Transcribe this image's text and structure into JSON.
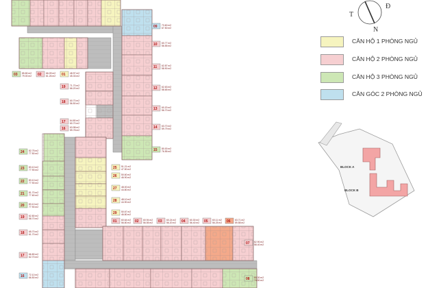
{
  "compass": {
    "letters": [
      "T",
      "Đ",
      "N"
    ]
  },
  "legend": [
    {
      "label": "CĂN HỘ 1 PHÒNG NGỦ",
      "color": "#f6f4bf"
    },
    {
      "label": "CĂN HỘ 2 PHÒNG NGỦ",
      "color": "#f6cfd1"
    },
    {
      "label": "CĂN HỘ 3 PHÒNG NGỦ",
      "color": "#cde7b5"
    },
    {
      "label": "CĂN GÓC 2 PHÒNG NGỦ",
      "color": "#bfe0ee"
    }
  ],
  "site_plan": {
    "block_a": "BLOCK A",
    "block_b": "BLOCK B"
  },
  "units": {
    "u09": {
      "tag": "09",
      "a1": "73.60 m2",
      "a2": "67.50 m2"
    },
    "u10": {
      "tag": "10",
      "a1": "60.77 m2",
      "a2": "56.55 m2"
    },
    "u11": {
      "tag": "11",
      "a1": "62.87 m2",
      "a2": "58.90 m2"
    },
    "u12": {
      "tag": "12",
      "a1": "62.63 m2",
      "a2": "58.65 m2"
    },
    "u13": {
      "tag": "13",
      "a1": "60.20 m2",
      "a2": "56.70 m2"
    },
    "u14": {
      "tag": "14",
      "a1": "63.70 m2",
      "a2": "59.79 m2"
    },
    "u15": {
      "tag": "15",
      "a1": "80.00 m2",
      "a2": "76.55 m2"
    },
    "u03": {
      "tag": "03",
      "a1": "85.80 m2",
      "a2": "79.00 m2"
    },
    "u02": {
      "tag": "02",
      "a1": "66.09 m2",
      "a2": "61.26 m2"
    },
    "u01a": {
      "tag": "01",
      "a1": "48.97 m2",
      "a2": "45.33 m2"
    },
    "u19a": {
      "tag": "19",
      "a1": "71.70 m2",
      "a2": "66.20 m2"
    },
    "u18a": {
      "tag": "18",
      "a1": "60.70 m2",
      "a2": "56.50 m2"
    },
    "u17a": {
      "tag": "17",
      "a1": "64.80 m2",
      "a2": "60.70 m2"
    },
    "u16a": {
      "tag": "16",
      "a1": "63.98 m2",
      "a2": "59.78 m2"
    },
    "u24": {
      "tag": "24",
      "a1": "82.75 m2",
      "a2": "77.50 m2"
    },
    "u23": {
      "tag": "23",
      "a1": "83.10 m2",
      "a2": "77.90 m2"
    },
    "u22": {
      "tag": "22",
      "a1": "83.10 m2",
      "a2": "77.90 m2"
    },
    "u21": {
      "tag": "21",
      "a1": "81.70 m2",
      "a2": "77.60 m2"
    },
    "u20": {
      "tag": "20",
      "a1": "83.10 m2",
      "a2": "77.90 m2"
    },
    "u19b": {
      "tag": "19",
      "a1": "62.80 m2",
      "a2": "58.70 m2"
    },
    "u18b": {
      "tag": "18",
      "a1": "65.70 m2",
      "a2": "61.70 m2"
    },
    "u17b": {
      "tag": "17",
      "a1": "66.80 m2",
      "a2": "62.70 m2"
    },
    "u16b": {
      "tag": "16",
      "a1": "72.10 m2",
      "a2": "66.50 m2"
    },
    "u25": {
      "tag": "25",
      "a1": "51.21 m2",
      "a2": "47.50 m2"
    },
    "u26": {
      "tag": "26",
      "a1": "50.60 m2",
      "a2": "46.90 m2"
    },
    "u27": {
      "tag": "27",
      "a1": "48.00 m2",
      "a2": "44.80 m2"
    },
    "u28": {
      "tag": "28",
      "a1": "48.10 m2",
      "a2": "44.90 m2"
    },
    "u29": {
      "tag": "29",
      "a1": "50.67 m2",
      "a2": "46.80 m2"
    },
    "u01b": {
      "tag": "01",
      "a1": "60.64 m2",
      "a2": "56.80 m2"
    },
    "u02b": {
      "tag": "02",
      "a1": "60.94 m2",
      "a2": "56.55 m2"
    },
    "u03b": {
      "tag": "03",
      "a1": "60.24 m2",
      "a2": "56.20 m2"
    },
    "u04b": {
      "tag": "04",
      "a1": "60.30 m2",
      "a2": "56.40 m2"
    },
    "u05b": {
      "tag": "05",
      "a1": "60.11 m2",
      "a2": "56.25 m2"
    },
    "u06b": {
      "tag": "06",
      "a1": "63.71 m2",
      "a2": "59.58 m2"
    },
    "u07b": {
      "tag": "07",
      "a1": "62.90 m2",
      "a2": "58.40 m2"
    },
    "u08b": {
      "tag": "08",
      "a1": "80.30 m2",
      "a2": "74.50 m2"
    }
  }
}
